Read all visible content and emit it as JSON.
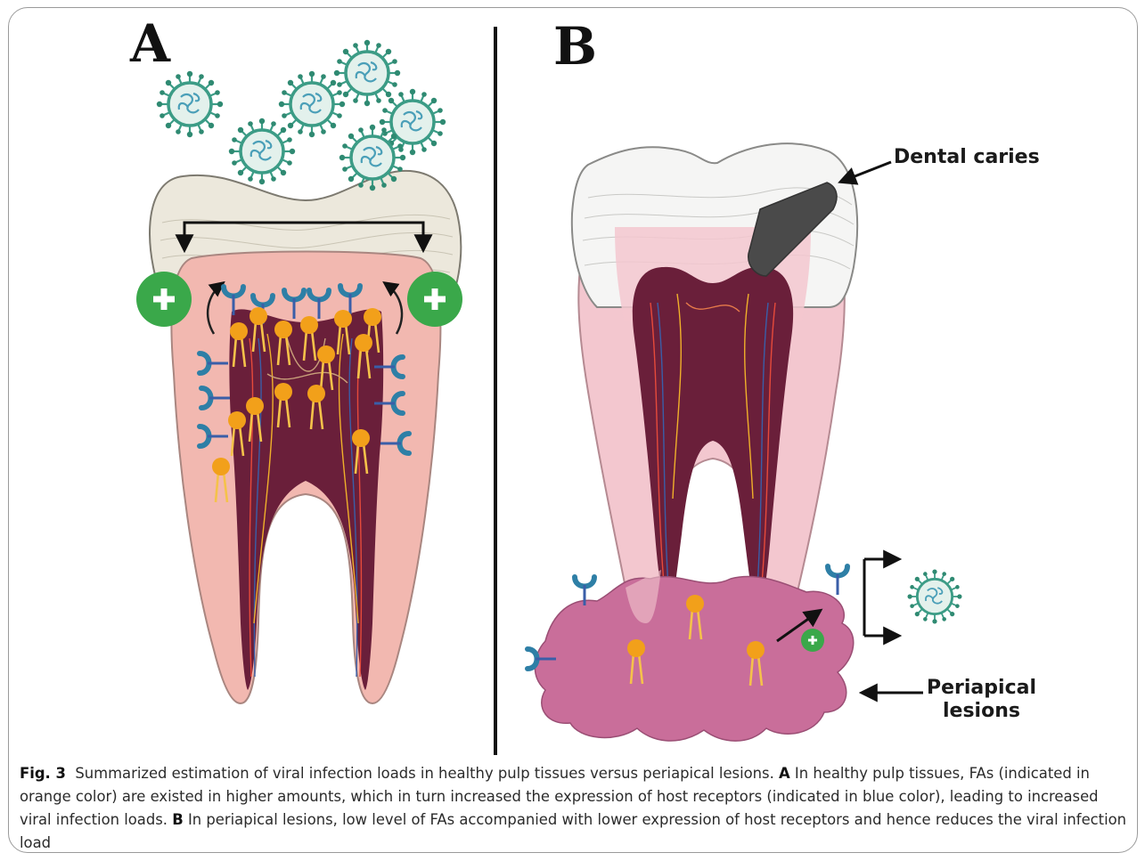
{
  "panels": [
    {
      "letter": "A"
    },
    {
      "letter": "B"
    }
  ],
  "annotations": {
    "dental_caries": "Dental caries",
    "periapical_line1": "Periapical",
    "periapical_line2": "lesions",
    "plus_symbol": "+"
  },
  "colors": {
    "enamel": "#ece8dc",
    "dentin": "#f2b8b0",
    "pulp": "#6a1f3a",
    "receptor": "#2e7fa6",
    "fatty_acid": "#f2a01a",
    "plus_badge": "#3aa84a",
    "lesion": "#c96e9a",
    "virus": "#3c9c86",
    "caries": "#4a4a4a"
  },
  "icons": [
    "virus-icon",
    "receptor-icon",
    "fatty-acid-icon",
    "plus-badge-icon",
    "arrow-icon"
  ],
  "caption": {
    "label": "Fig. 3",
    "text1": "Summarized estimation of viral infection loads in healthy pulp tissues versus periapical lesions.",
    "bold_a": "A",
    "text2": "In healthy pulp tissues, FAs (indicated in orange color) are existed in higher amounts, which in turn increased the expression of host receptors (indicated in blue color), leading to increased viral infection loads.",
    "bold_b": "B",
    "text3": "In periapical lesions, low level of FAs accompanied with lower expression of host receptors and hence reduces the viral infection load"
  }
}
